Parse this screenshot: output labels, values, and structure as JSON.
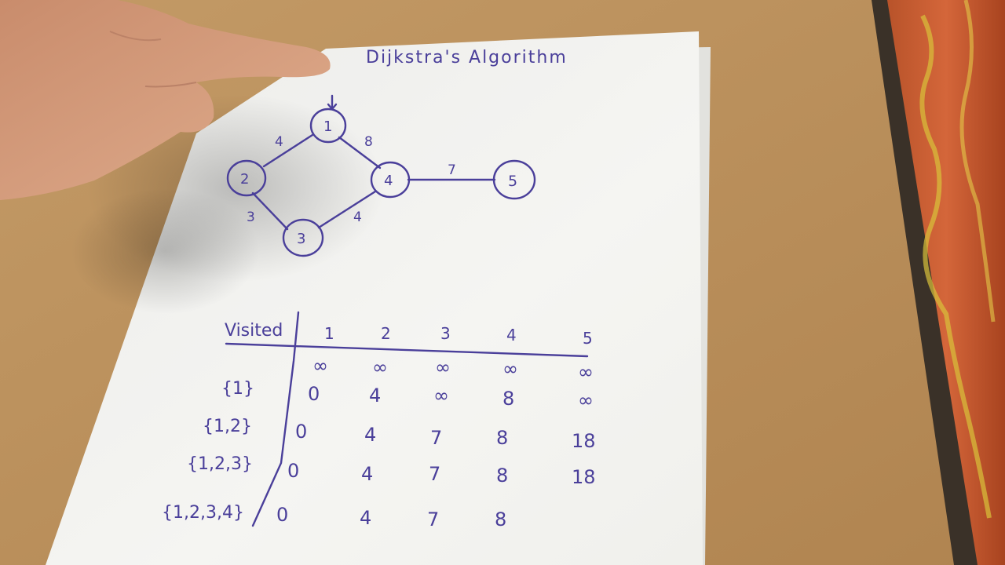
{
  "title": "Dijkstra's Algorithm",
  "graph": {
    "nodes": [
      "1",
      "2",
      "3",
      "4",
      "5"
    ],
    "edges": [
      {
        "from": "1",
        "to": "2",
        "weight": "4"
      },
      {
        "from": "1",
        "to": "4",
        "weight": "8"
      },
      {
        "from": "2",
        "to": "3",
        "weight": "3"
      },
      {
        "from": "3",
        "to": "4",
        "weight": "4"
      },
      {
        "from": "4",
        "to": "5",
        "weight": "7"
      }
    ]
  },
  "table": {
    "header_label": "Visited",
    "columns": [
      "1",
      "2",
      "3",
      "4",
      "5"
    ],
    "rows": [
      {
        "visited": "",
        "values": [
          "∞",
          "∞",
          "∞",
          "∞",
          "∞"
        ]
      },
      {
        "visited": "{1}",
        "values": [
          "0",
          "4",
          "∞",
          "8",
          "∞"
        ]
      },
      {
        "visited": "{1,2}",
        "values": [
          "0",
          "4",
          "7",
          "8",
          "18"
        ]
      },
      {
        "visited": "{1,2,3}",
        "values": [
          "0",
          "4",
          "7",
          "8",
          "18"
        ]
      },
      {
        "visited": "{1,2,3,4}",
        "values": [
          "0",
          "4",
          "7",
          "8",
          ""
        ]
      }
    ]
  },
  "colors": {
    "table_surface": "#b98f5c",
    "paper": "#f2f2ee",
    "ink": "#4a3f9a",
    "skin": "#d49a7a",
    "cloth": "#c9542c"
  }
}
